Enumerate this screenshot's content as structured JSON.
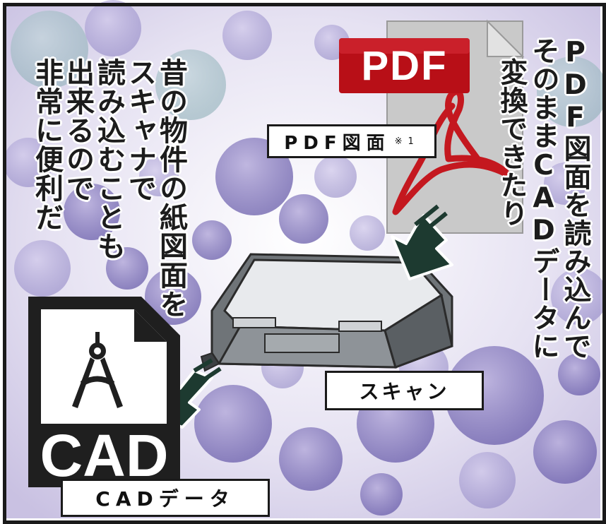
{
  "colors": {
    "bubble": "#8a7fbf",
    "bubble_dark": "#6a5ea8",
    "border": "#1a1a1a",
    "pdf_red": "#b80f17",
    "arrow": "#1d3a30"
  },
  "texts": {
    "left_caption_col1": "昔の物件の紙図面を",
    "left_caption_col2": "スキャナで",
    "left_caption_col3": "読み込むことも",
    "left_caption_col4": "出来るので",
    "left_caption_col5": "非常に便利だ",
    "right_caption_col1": "PDF図面を読み込んで",
    "right_caption_col2": "そのままCADデータに",
    "right_caption_col3": "変換できたり"
  },
  "labels": {
    "pdf_drawing": "PDF図面",
    "pdf_note": "※1",
    "scan": "スキャン",
    "cad_data": "CADデータ"
  },
  "icons": {
    "pdf_badge": "PDF",
    "cad_badge": "CAD",
    "compass": "compass-icon",
    "acrobat": "acrobat-swirl-icon"
  }
}
